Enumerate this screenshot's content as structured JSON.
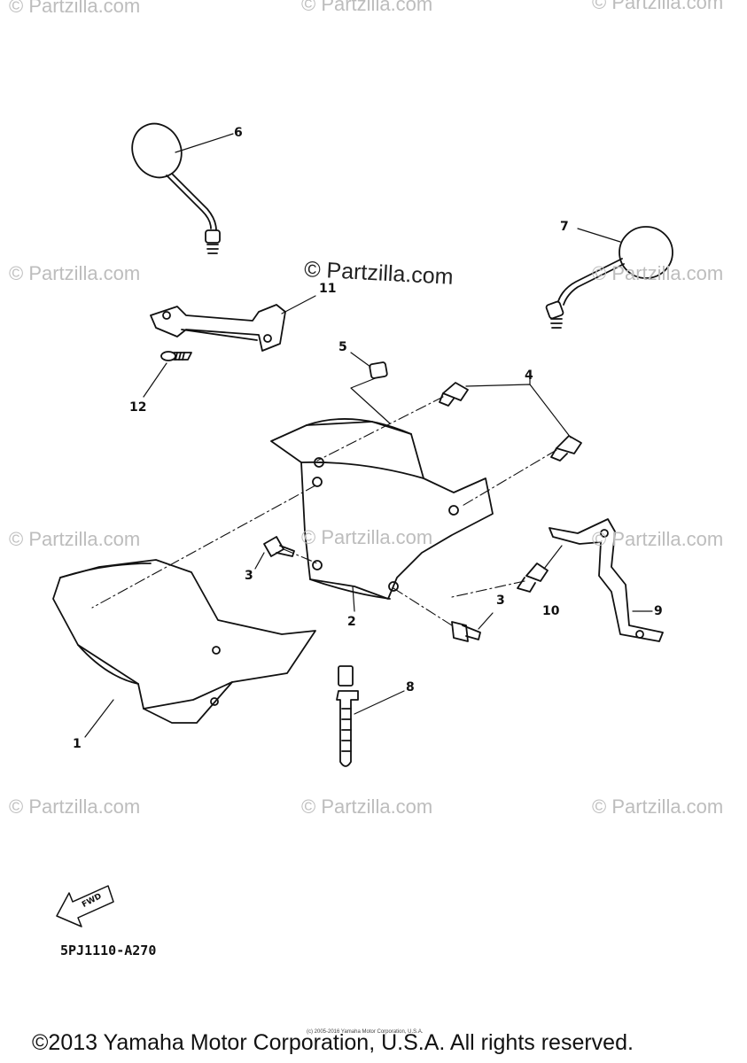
{
  "watermark_text": "© Partzilla.com",
  "center_watermark": "© Partzilla.com",
  "callouts": [
    "1",
    "2",
    "3",
    "3",
    "4",
    "5",
    "6",
    "7",
    "8",
    "9",
    "10",
    "11",
    "12"
  ],
  "fwd_label": "FWD",
  "diagram_code": "5PJ1110-A270",
  "copyright": "©2013 Yamaha Motor Corporation, U.S.A. All rights reserved.",
  "fine_print": "(c) 2005-2016 Yamaha Motor Corporation, U.S.A."
}
